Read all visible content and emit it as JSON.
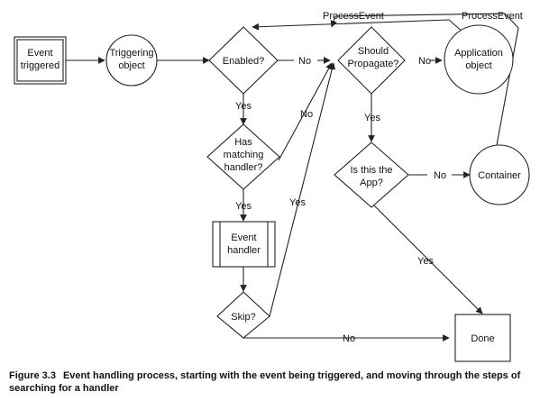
{
  "nodes": {
    "event_triggered": [
      "Event",
      "triggered"
    ],
    "triggering_object": [
      "Triggering",
      "object"
    ],
    "enabled": [
      "Enabled?"
    ],
    "should_propagate": [
      "Should",
      "Propagate?"
    ],
    "application_object": [
      "Application",
      "object"
    ],
    "has_matching_handler": [
      "Has",
      "matching",
      "handler?"
    ],
    "event_handler": [
      "Event",
      "handler"
    ],
    "skip": [
      "Skip?"
    ],
    "is_this_the_app": [
      "Is this the",
      "App?"
    ],
    "container": [
      "Container"
    ],
    "done": [
      "Done"
    ]
  },
  "edge_labels": {
    "enabled_no": "No",
    "propagate_no": "No",
    "enabled_yes": "Yes",
    "propagate_yes": "Yes",
    "matching_no": "No",
    "matching_yes": "Yes",
    "skip_yes": "Yes",
    "app_no": "No",
    "app_yes": "Yes",
    "skip_no": "No",
    "process_event_left": "ProcessEvent",
    "process_event_right": "ProcessEvent"
  },
  "caption": {
    "number": "Figure 3.3",
    "text": "Event handling process, starting with the event being triggered, and moving through the steps of searching  for a handler"
  }
}
